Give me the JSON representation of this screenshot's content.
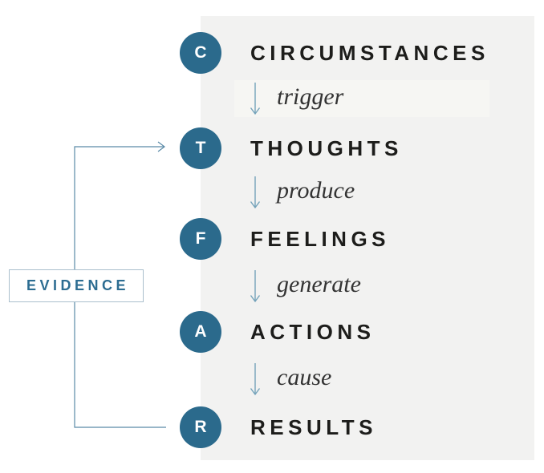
{
  "colors": {
    "accent": "#2b6a8c",
    "panel-bg": "#f2f2f1",
    "band-bg": "#f6f6f3",
    "heading": "#1d1d1b",
    "word": "#333333",
    "arrow": "#74a3ba",
    "connector": "#5b8ba8",
    "evidence-text": "#2d6d92",
    "evidence-border": "#aabfcd"
  },
  "diagram": {
    "steps": [
      {
        "initial": "C",
        "label": "CIRCUMSTANCES"
      },
      {
        "initial": "T",
        "label": "THOUGHTS"
      },
      {
        "initial": "F",
        "label": "FEELINGS"
      },
      {
        "initial": "A",
        "label": "ACTIONS"
      },
      {
        "initial": "R",
        "label": "RESULTS"
      }
    ],
    "transitions": [
      {
        "word": "trigger"
      },
      {
        "word": "produce"
      },
      {
        "word": "generate"
      },
      {
        "word": "cause"
      }
    ],
    "evidence_label": "EVIDENCE",
    "down_arrow_glyph": "down-arrow",
    "evidence_link": "connects RESULTS back to THOUGHTS"
  }
}
